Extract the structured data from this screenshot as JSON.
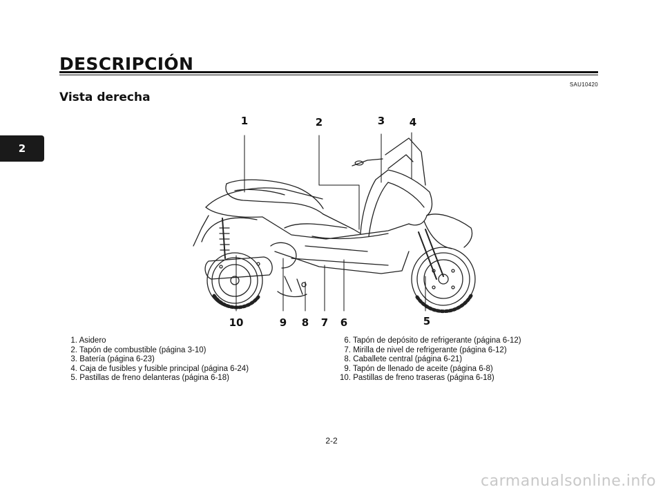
{
  "header": {
    "section_title": "DESCRIPCIÓN",
    "document_code": "SAU10420",
    "subsection_title": "Vista derecha"
  },
  "chapter_tab": "2",
  "callouts": [
    "1",
    "2",
    "3",
    "4",
    "5",
    "6",
    "7",
    "8",
    "9",
    "10"
  ],
  "legend": {
    "left": [
      {
        "num": "1.",
        "text": "Asidero"
      },
      {
        "num": "2.",
        "text": "Tapón de combustible (página 3-10)"
      },
      {
        "num": "3.",
        "text": "Batería (página 6-23)"
      },
      {
        "num": "4.",
        "text": "Caja de fusibles y fusible principal (página 6-24)"
      },
      {
        "num": "5.",
        "text": "Pastillas de freno delanteras (página 6-18)"
      }
    ],
    "right": [
      {
        "num": "6.",
        "text": "Tapón de depósito de refrigerante (página 6-12)"
      },
      {
        "num": "7.",
        "text": "Mirilla de nivel de refrigerante (página 6-12)"
      },
      {
        "num": "8.",
        "text": "Caballete central (página 6-21)"
      },
      {
        "num": "9.",
        "text": "Tapón de llenado de aceite (página 6-8)"
      },
      {
        "num": "10.",
        "text": "Pastillas de freno traseras (página 6-18)"
      }
    ]
  },
  "page_number": "2-2",
  "watermark": "carmanualsonline.info"
}
